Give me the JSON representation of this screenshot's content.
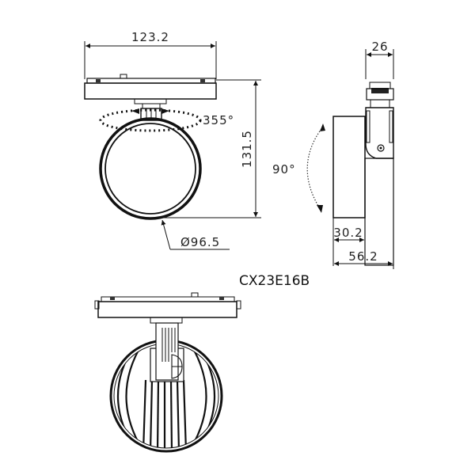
{
  "drawing": {
    "model_code": "CX23E16B",
    "front_view": {
      "width_label": "123.2",
      "height_label": "131.5",
      "diameter_label": "Ø96.5",
      "rotation_label": "355°"
    },
    "side_view": {
      "adapter_width_label": "26",
      "tilt_label": "90°",
      "head_depth_label": "30.2",
      "total_depth_label": "56.2"
    },
    "bottom_view": {
      "description": "Rear view with radial heat-sink fins"
    },
    "colors": {
      "line": "#111111",
      "background": "#ffffff",
      "text": "#222222"
    }
  }
}
